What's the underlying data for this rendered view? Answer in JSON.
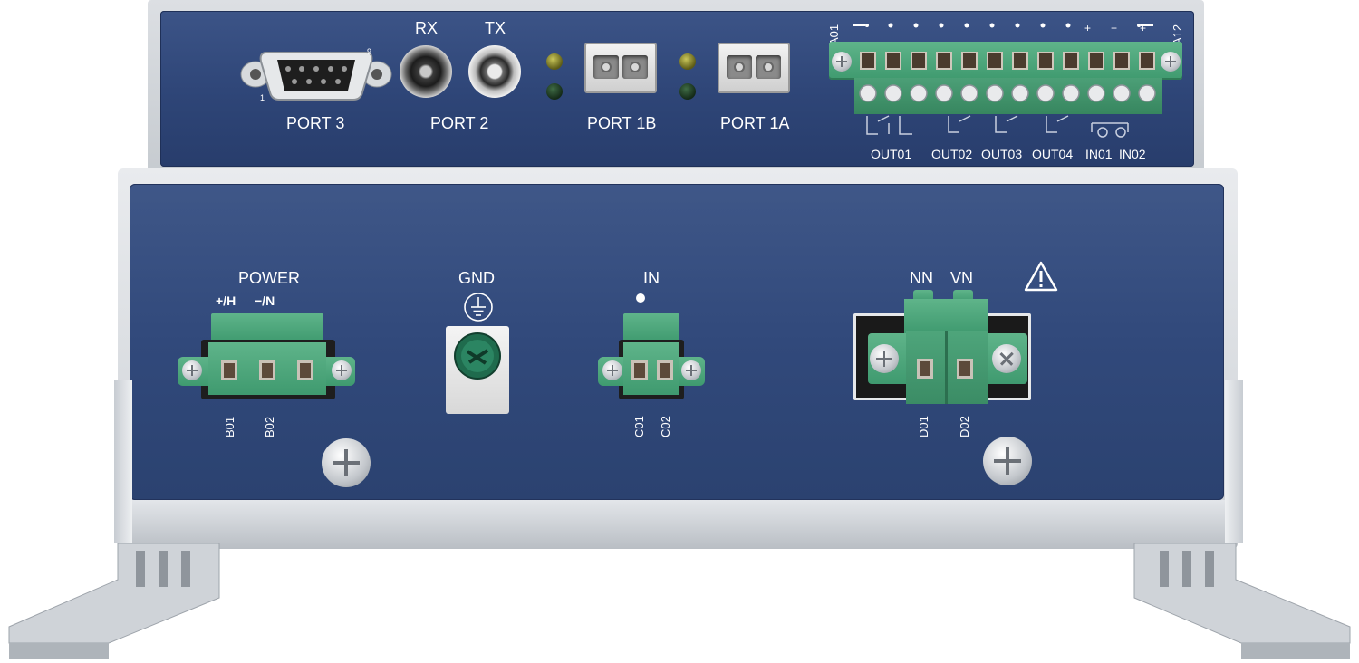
{
  "top_panel": {
    "port3": {
      "label": "PORT 3",
      "pin_1": "1",
      "pin_9": "9"
    },
    "port2": {
      "label": "PORT 2",
      "rx": "RX",
      "tx": "TX"
    },
    "port1b": {
      "label": "PORT 1B"
    },
    "port1a": {
      "label": "PORT 1A"
    },
    "terminal_block": {
      "start_label": "A01",
      "end_label": "A12",
      "polarity_marks": [
        "+",
        "−",
        "+"
      ],
      "group_labels": [
        "OUT01",
        "OUT02",
        "OUT03",
        "OUT04",
        "IN01",
        "IN02"
      ]
    }
  },
  "lower_panel": {
    "power": {
      "label": "POWER",
      "plus": "+/H",
      "minus": "−/N",
      "pins": [
        "B01",
        "B02"
      ]
    },
    "gnd": {
      "label": "GND",
      "symbol": "earth-ground-icon"
    },
    "in": {
      "label": "IN",
      "pins": [
        "C01",
        "C02"
      ]
    },
    "voltage": {
      "nn": "NN",
      "vn": "VN",
      "pins": [
        "D01",
        "D02"
      ],
      "warning": "warning-triangle-icon"
    }
  },
  "colors": {
    "panel_blue": "#31497b",
    "terminal_green": "#4fa77c",
    "chassis_silver": "#d3d7dc"
  }
}
